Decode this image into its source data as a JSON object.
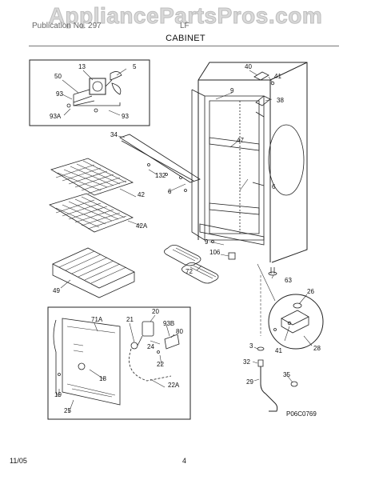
{
  "watermark": "AppliancePartsPros.com",
  "header": {
    "publication": "Publication No. 297",
    "model": "LF",
    "section_title": "CABINET"
  },
  "footer": {
    "date": "11/05",
    "page": "4"
  },
  "figure_code": "P06C0769",
  "callouts": [
    "13",
    "5",
    "50",
    "93",
    "93A",
    "93",
    "40",
    "41",
    "38",
    "9",
    "34",
    "47",
    "132",
    "42",
    "6",
    "6",
    "42A",
    "9",
    "106",
    "72",
    "63",
    "49",
    "26",
    "20",
    "71A",
    "21",
    "93B",
    "80",
    "24",
    "22",
    "18",
    "22A",
    "19",
    "25",
    "3",
    "41",
    "28",
    "32",
    "35",
    "29"
  ]
}
